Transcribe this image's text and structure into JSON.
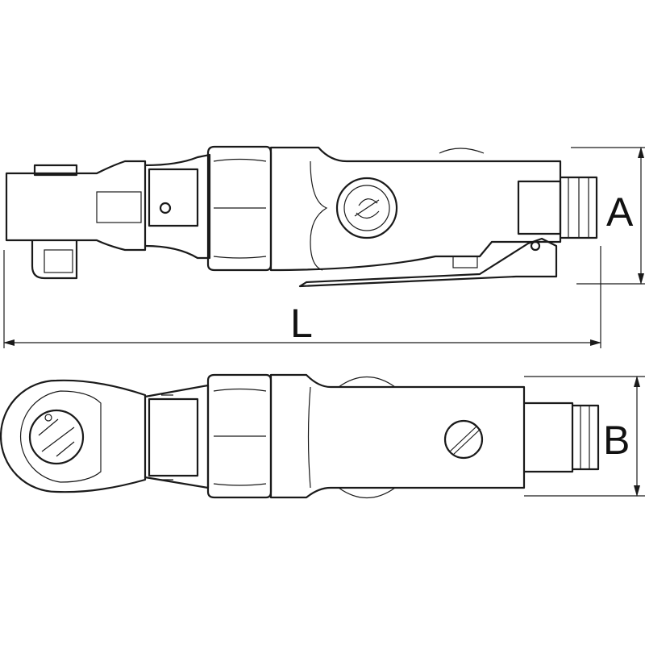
{
  "dimensions": {
    "height_label": "A",
    "length_label": "L",
    "width_label": "B"
  },
  "colors": {
    "line": "#1a1a1a",
    "background": "#ffffff"
  }
}
